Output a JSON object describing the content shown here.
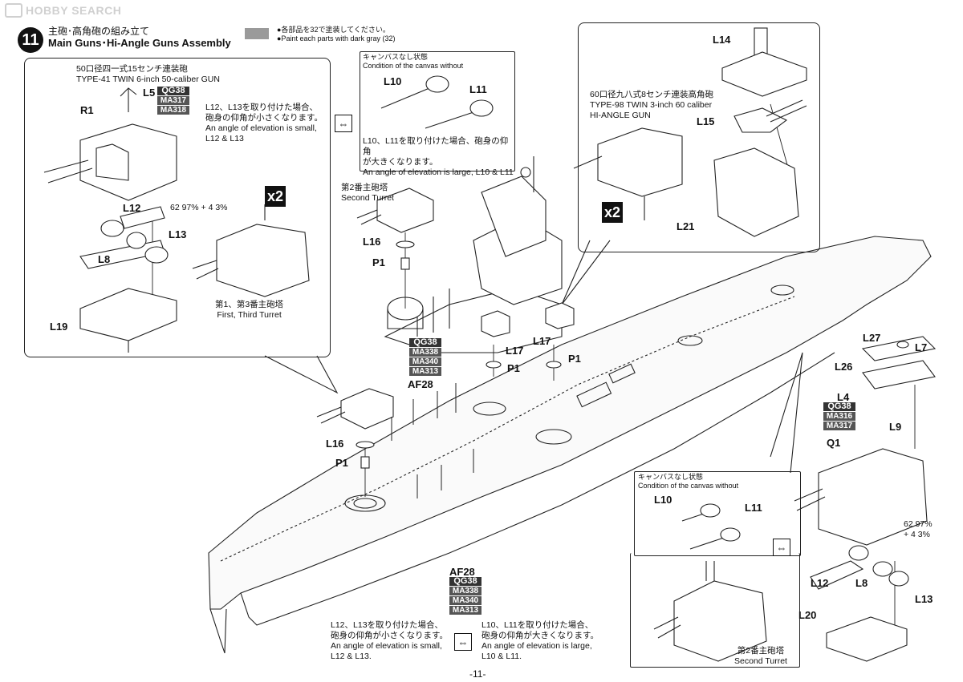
{
  "watermark": "HOBBY SEARCH",
  "header": {
    "step_number": "11",
    "title_jp": "主砲･高角砲の組み立て",
    "title_en": "Main Guns･Hi-Angle Guns Assembly",
    "paint_note_jp": "●各部品を32で塗装してください。",
    "paint_note_en": "●Paint each parts with dark gray (32)",
    "paint_color": "#9a9a9a"
  },
  "left_panel": {
    "heading_jp": "50口径四一式15センチ連装砲",
    "heading_en": "TYPE-41 TWIN 6-inch 50-caliber GUN",
    "note_jp_1": "L12、L13を取り付けた場合、",
    "note_jp_2": "砲身の仰角が小さくなります。",
    "note_en_1": "An angle of elevation is small,",
    "note_en_2": "L12 & L13",
    "codes": [
      "QG38",
      "MA317",
      "MA318"
    ],
    "mix": "62 97% + 4 3%",
    "multiplier": "x2",
    "turret_caption_jp": "第1、第3番主砲塔",
    "turret_caption_en": "First, Third Turret",
    "parts": [
      "L5",
      "R1",
      "L12",
      "L8",
      "L13",
      "L19"
    ]
  },
  "canvas_box_top": {
    "title_jp": "キャンバスなし状態",
    "title_en": "Condition of the canvas without",
    "parts": [
      "L10",
      "L11"
    ],
    "note_jp_1": "L10、L11を取り付けた場合、砲身の仰角",
    "note_jp_2": "が大きくなります。",
    "note_en": "An angle of elevation is large, L10 & L11"
  },
  "right_panel": {
    "heading_jp": "60口径九八式8センチ連装高角砲",
    "heading_en_1": "TYPE-98 TWIN 3-inch 60 caliber",
    "heading_en_2": "HI-ANGLE GUN",
    "multiplier": "x2",
    "parts": [
      "L14",
      "L15",
      "L21"
    ]
  },
  "hull_labels": {
    "second_turret_jp": "第2番主砲塔",
    "second_turret_en": "Second Turret",
    "codes_center": [
      "QG38",
      "MA338",
      "MA340",
      "MA313"
    ],
    "af28": "AF28",
    "parts": [
      "L16",
      "P1",
      "L17",
      "P1",
      "L17",
      "P1",
      "L16",
      "P1"
    ]
  },
  "bottom_codes": {
    "af28": "AF28",
    "codes": [
      "QG38",
      "MA338",
      "MA340",
      "MA313"
    ]
  },
  "bottom_notes": {
    "small_jp_1": "L12、L13を取り付けた場合、",
    "small_jp_2": "砲身の仰角が小さくなります。",
    "small_en_1": "An angle of elevation is small,",
    "small_en_2": "L12 & L13.",
    "large_jp_1": "L10、L11を取り付けた場合、",
    "large_jp_2": "砲身の仰角が大きくなります。",
    "large_en_1": "An angle of elevation is large,",
    "large_en_2": "L10 & L11."
  },
  "lower_right": {
    "canvas_title_jp": "キャンバスなし状態",
    "canvas_title_en": "Condition of the canvas without",
    "parts_canvas": [
      "L10",
      "L11"
    ],
    "parts": [
      "L27",
      "L7",
      "L26",
      "L4",
      "L9",
      "Q1",
      "L12",
      "L8",
      "L13",
      "L20"
    ],
    "codes": [
      "QG38",
      "MA316",
      "MA317"
    ],
    "mix_1": "62 97%",
    "mix_2": "+ 4 3%",
    "turret_caption_jp": "第2番主砲塔",
    "turret_caption_en": "Second Turret"
  },
  "page_number": "-11-"
}
